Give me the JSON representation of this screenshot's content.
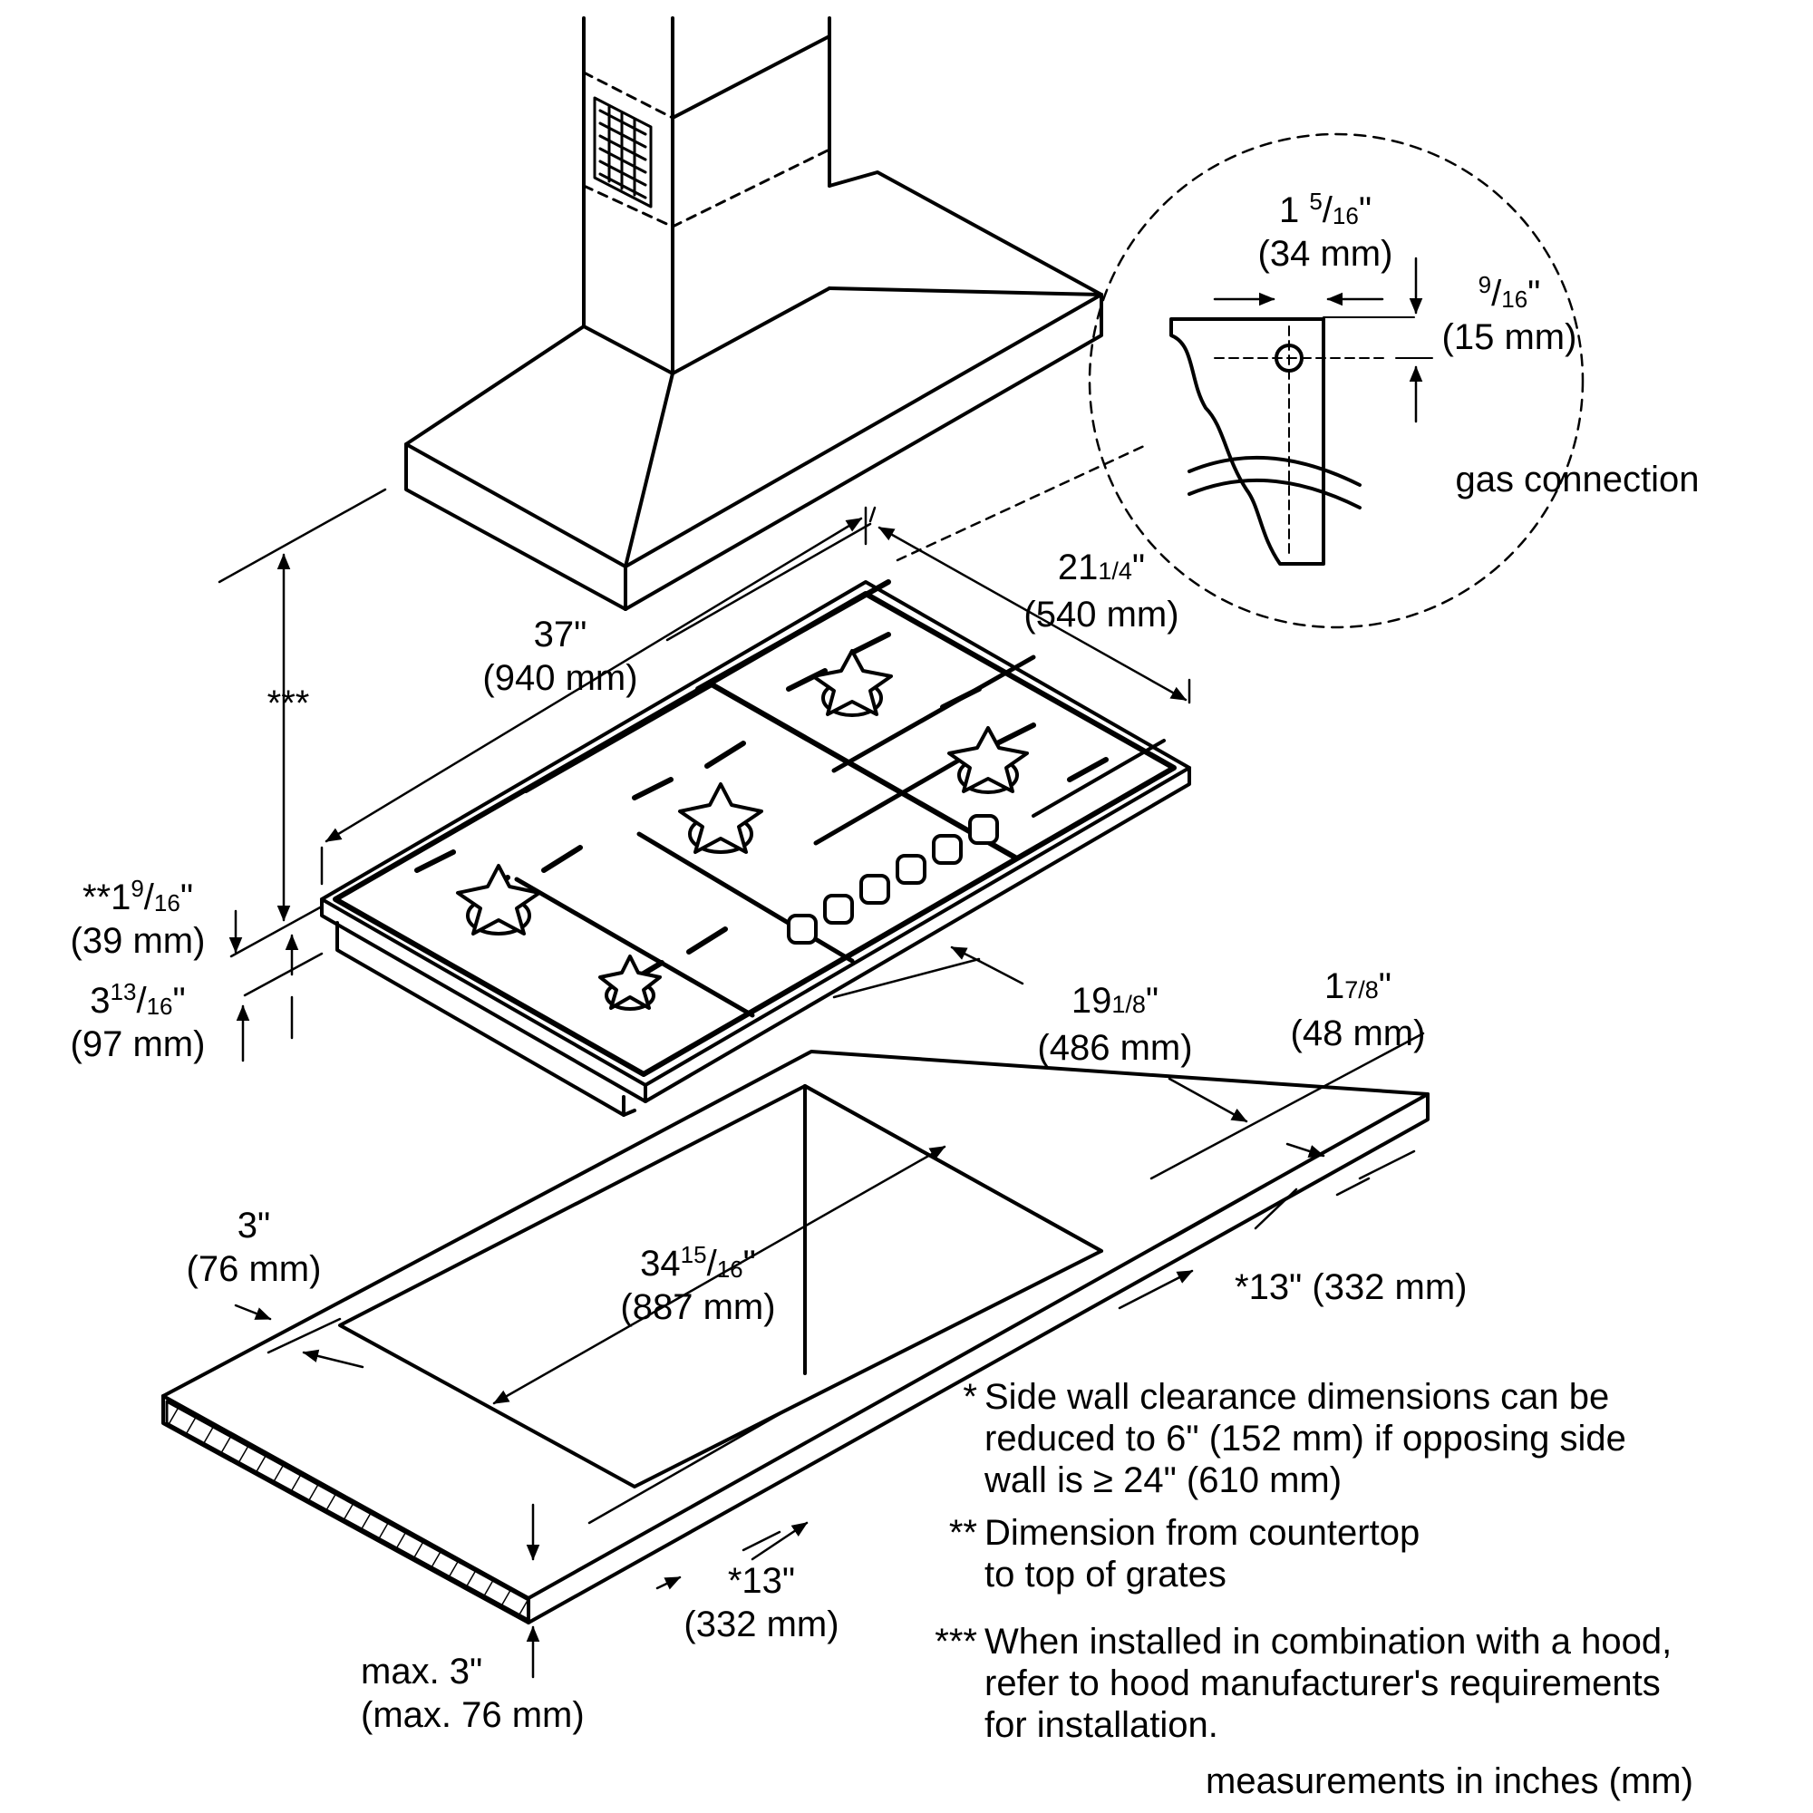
{
  "dims": {
    "hood_clearance": "***",
    "width": {
      "in": "37\"",
      "mm": "(940 mm)"
    },
    "depth": {
      "whole": "21",
      "frac": "1/4",
      "mm": "(540 mm)"
    },
    "grate_height": {
      "prefix": "**1",
      "num": "9",
      "den": "16",
      "mm": "(39 mm)"
    },
    "overall_height": {
      "whole": "3",
      "num": "13",
      "den": "16",
      "mm": "(97 mm)"
    },
    "cutout_depth": {
      "whole": "19",
      "frac": "1/8",
      "mm": "(486 mm)"
    },
    "rear_edge": {
      "whole": "1",
      "frac": "7/8",
      "mm": "(48 mm)"
    },
    "front_edge": {
      "in": "3\"",
      "mm": "(76 mm)"
    },
    "cutout_width": {
      "whole": "34",
      "num": "15",
      "den": "16",
      "mm": "(887 mm)"
    },
    "side_right": "*13\" (332 mm)",
    "side_left": {
      "in": "*13\"",
      "mm": "(332 mm)"
    },
    "counter_thickness": {
      "in": "max. 3\"",
      "mm": "(max. 76 mm)"
    }
  },
  "detail": {
    "offset_a": {
      "whole": "1 ",
      "num": "5",
      "den": "16",
      "mm": "(34 mm)"
    },
    "offset_b": {
      "num": "9",
      "den": "16",
      "mm": "(15 mm)"
    },
    "label": "gas connection"
  },
  "notes": [
    {
      "mark": "*",
      "lines": [
        "Side wall clearance dimensions can be",
        "reduced to 6\" (152 mm) if opposing side",
        "wall is ≥ 24\" (610 mm)"
      ]
    },
    {
      "mark": "**",
      "lines": [
        "Dimension from countertop",
        "to top of grates"
      ]
    },
    {
      "mark": "***",
      "lines": [
        "When installed in combination with a hood,",
        "refer to hood manufacturer's requirements",
        "for installation."
      ]
    }
  ],
  "footer": "measurements in inches (mm)"
}
